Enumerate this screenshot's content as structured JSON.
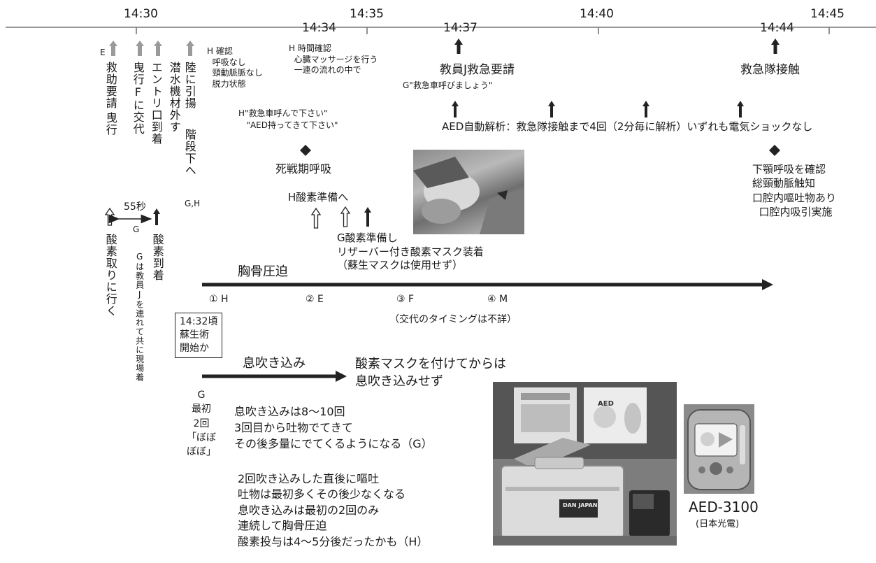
{
  "timeline": {
    "ticks": [
      "14:30",
      "14:35",
      "14:40",
      "14:45"
    ],
    "sub_labels": [
      "14:34",
      "14:37",
      "14:44"
    ]
  },
  "events": {
    "e_label": "E",
    "v_kyujo": "救助要請",
    "v_kyujo2": "曳行",
    "v_eikou": "曳行Fに交代",
    "v_entry": "エントリ口到着",
    "v_sensui": "潜水機材外す",
    "v_riku": "陸に引揚",
    "v_riku2": "階段下へ",
    "riku_gh": "G,H",
    "h_confirm": "H 確認\n  呼吸なし\n  頸動脈脈なし\n  脱力状態",
    "h_time": "H 時間確認\n  心臓マッサージを行う\n  一連の流れの中で",
    "kyoin_j": "教員J救急要請",
    "g_quote": "G\"救急車呼びましょう\"",
    "kyukyu_contact": "救急隊接触",
    "h_quote": "H\"救急車呼んで下さい\"\n   \"AED持ってきて下さい\"",
    "aed_analysis": "AED自動解析：救急隊接触まで4回（2分毎に解析）いずれも電気ショックなし",
    "shisenki": "死戦期呼吸",
    "h_oxygen": "H酸素準備へ",
    "g_oxygen": "G酸素準備し\nリザーバー付き酸素マスク装着\n（蘇生マスクは使用せず）",
    "kagaku": "下顎呼吸を確認\n総頸動脈触知\n口腔内嘔吐物あり\n  口腔内吸引実施",
    "sec55": "55秒",
    "g_small": "G",
    "v_sanso_tori": "酸素取りに行く",
    "v_sanso_toucha": "酸素到着",
    "v_g_note": "Gは教員Jを連れて共に現場着"
  },
  "compressions": {
    "label": "胸骨圧迫",
    "markers": [
      "① H",
      "② E",
      "③ F",
      "④ M"
    ],
    "note": "（交代のタイミングは不詳）"
  },
  "rescue_breath": {
    "box": "14:32頃\n蘇生術\n開始か",
    "label": "息吹き込み",
    "after_mask": "酸素マスクを付けてからは\n息吹き込みせず",
    "g_label": "G\n最初\n2回\n「ぼぼ\nぼぼ」",
    "note1": "息吹き込みは8～10回\n3回目から吐物でてきて\nその後多量にでてくるようになる（G）",
    "note2": "2回吹き込みした直後に嘔吐\n吐物は最初多くその後少なくなる\n息吹き込みは最初の2回のみ\n連続して胸骨圧迫\n酸素投与は4～5分後だったかも（H）"
  },
  "photos": {
    "case_text": "DAN JAPAN",
    "poster_text": "AED",
    "aed_model": "AED-3100",
    "aed_maker": "(日本光電)"
  },
  "colors": {
    "line": "#666666",
    "arrow_gray": "#9a9a9a",
    "arrow_black": "#222222"
  }
}
